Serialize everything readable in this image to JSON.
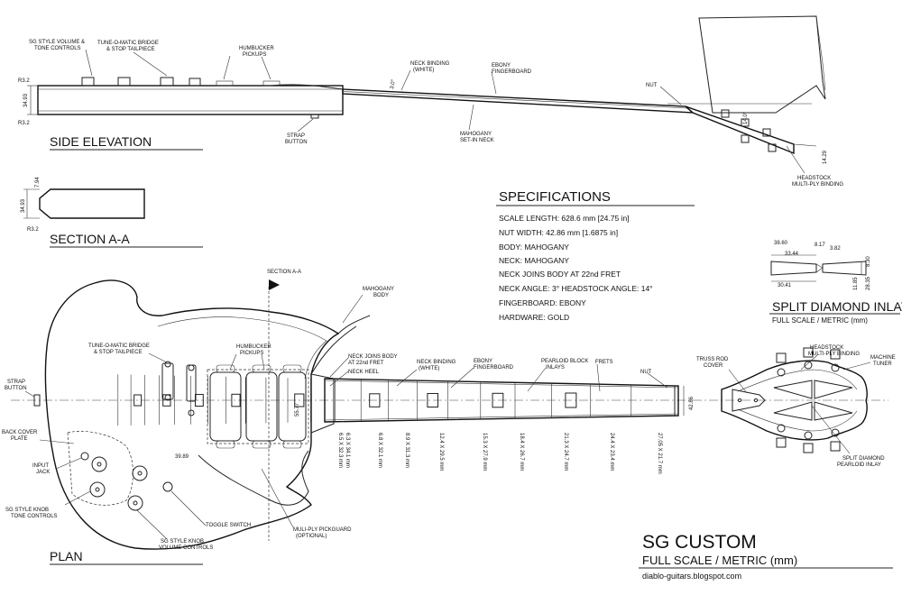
{
  "views": {
    "side_elevation": "SIDE ELEVATION",
    "section_aa": "SECTION A-A",
    "plan": "PLAN",
    "split_diamond_inlay": "SPLIT DIAMOND INLAY",
    "split_diamond_scale": "FULL SCALE / METRIC (mm)",
    "section_marker": "SECTION A-A"
  },
  "specifications": {
    "title": "SPECIFICATIONS",
    "lines": [
      "SCALE LENGTH:  628.6 mm [24.75 in]",
      "NUT WIDTH:  42.86 mm [1.6875 in]",
      "BODY:  MAHOGANY",
      "NECK:  MAHOGANY",
      "NECK JOINS BODY AT 22nd FRET",
      "NECK ANGLE:  3°     HEADSTOCK ANGLE:  14°",
      "FINGERBOARD:  EBONY",
      "HARDWARE:  GOLD"
    ]
  },
  "title_block": {
    "title": "SG CUSTOM",
    "subtitle": "FULL SCALE / METRIC (mm)",
    "url": "diablo-guitars.blogspot.com"
  },
  "side_labels": {
    "controls": [
      "SG STYLE VOLUME &",
      "TONE CONTROLS"
    ],
    "bridge": [
      "TUNE-O-MATIC BRIDGE",
      "& STOP TAILPIECE"
    ],
    "pickups": [
      "HUMBUCKER",
      "PICKUPS"
    ],
    "neck_binding": [
      "NECK BINDING",
      "(WHITE)"
    ],
    "fingerboard": [
      "EBONY",
      "FINGERBOARD"
    ],
    "nut": "NUT",
    "neck": [
      "MAHOGANY",
      "SET-IN  NECK"
    ],
    "strap": [
      "STRAP",
      "BUTTON"
    ],
    "headstock_binding": [
      "HEADSTOCK",
      "MULTI-PLY BINDING"
    ]
  },
  "side_dims": {
    "r_top": "R3.2",
    "r_bottom": "R3.2",
    "thickness": "34.93",
    "neck_angle": "3.0°",
    "head_angle": "14.0°",
    "head_thickness": "14.29"
  },
  "section_dims": {
    "top": "7.94",
    "height": "34.93",
    "radius": "R3.2"
  },
  "plan_labels": {
    "mahogany_body": [
      "MAHOGANY",
      "BODY"
    ],
    "bridge": [
      "TUNE-O-MATIC BRIDGE",
      "& STOP TAILPIECE"
    ],
    "pickups": [
      "HUMBUCKER",
      "PICKUPS"
    ],
    "neck_joins": [
      "NECK JOINS BODY",
      "AT 22nd FRET"
    ],
    "neck_heel": "NECK HEEL",
    "neck_binding": [
      "NECK BINDING",
      "(WHITE)"
    ],
    "fingerboard": [
      "EBONY",
      "FINGERBOARD"
    ],
    "block_inlays": [
      "PEARLOID BLOCK",
      "INLAYS"
    ],
    "frets": "FRETS",
    "nut": "NUT",
    "strap": [
      "STRAP",
      "BUTTON"
    ],
    "back_cover": [
      "BACK COVER",
      "PLATE"
    ],
    "input_jack": [
      "INPUT",
      "JACK"
    ],
    "tone_knobs": [
      "SG STYLE KNOB",
      "TONE CONTROLS"
    ],
    "volume_knobs": [
      "SG STYLE KNOB",
      "VOLUME CONTROLS"
    ],
    "toggle": "TOGGLE SWITCH",
    "pickguard": [
      "MULI-PLY PICKGUARD",
      "(OPTIONAL)"
    ],
    "truss_rod": [
      "TRUSS ROD",
      "COVER"
    ],
    "head_binding": [
      "HEADSTOCK",
      "MULTI-PLY BINDING"
    ],
    "machine_tuner": [
      "MACHINE",
      "TUNER"
    ],
    "diamond_inlay": [
      "SPLIT DIAMOND",
      "PEARLOID INLAY"
    ]
  },
  "plan_dims": {
    "pickup_spacing": "39.89",
    "pickup_length": "55.77",
    "nut_width": "42.86"
  },
  "inlay_sizes": [
    "6.5 X 32.3 mm",
    "6.3 X 34.1 mm",
    "6.8 X 32.1 mm",
    "8.9 X 31.3 mm",
    "12.4 X 29.5 mm",
    "15.3 X 27.9 mm",
    "18.4 X 26.7 mm",
    "21.3 X 24.7 mm",
    "24.4 X 23.4 mm",
    "27.05 X 21.7 mm"
  ],
  "diamond_dims": {
    "a": "38.60",
    "b": "33.44",
    "c": "8.17",
    "d": "3.82",
    "e": "8.30",
    "f": "30.41",
    "g": "11.85",
    "h": "28.35"
  }
}
